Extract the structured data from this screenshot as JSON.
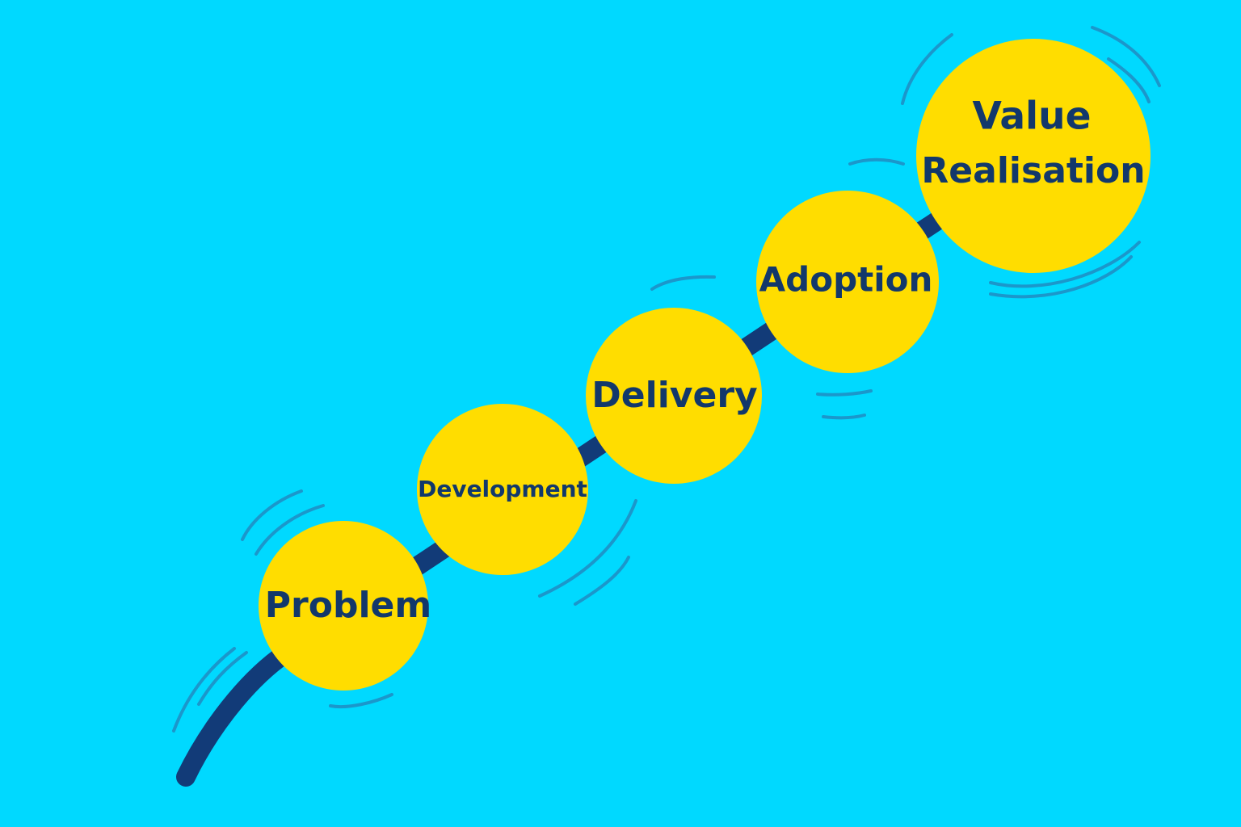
{
  "diagram": {
    "stages": [
      {
        "label": "Problem"
      },
      {
        "label": "Development"
      },
      {
        "label": "Delivery"
      },
      {
        "label": "Adoption"
      },
      {
        "label_line1": "Value",
        "label_line2": "Realisation"
      }
    ],
    "colors": {
      "background": "#00d9ff",
      "circle": "#ffdd00",
      "path": "#123b78",
      "text": "#12386b",
      "motion_lines": "#1c93c8"
    }
  }
}
